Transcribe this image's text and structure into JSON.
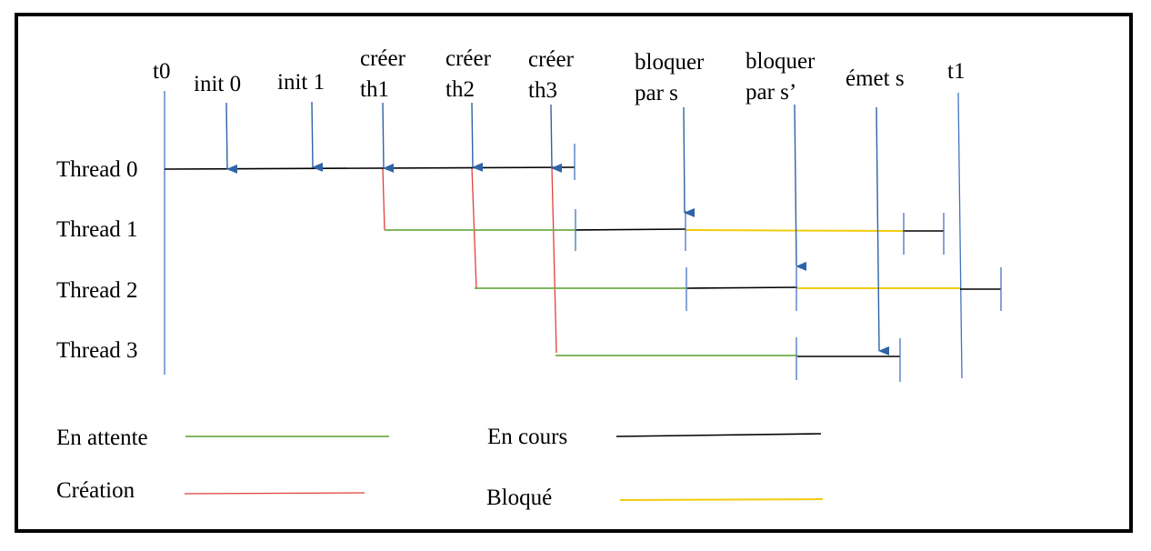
{
  "colors": {
    "en_attente": "#70ad47",
    "en_cours": "#000000",
    "creation": "#e0403a",
    "bloque": "#f2cc0c",
    "tick": "#4472c4",
    "arrow": "#2f63a8"
  },
  "time_labels": {
    "t0": "t0",
    "t1": "t1"
  },
  "events": {
    "init0": "init 0",
    "init1": "init 1",
    "creer_th1": [
      "créer",
      "th1"
    ],
    "creer_th2": [
      "créer",
      "th2"
    ],
    "creer_th3": [
      "créer",
      "th3"
    ],
    "bloquer_s": [
      "bloquer",
      "par s"
    ],
    "bloquer_s2": [
      "bloquer",
      "par s’"
    ],
    "emet_s": "émet s"
  },
  "threads": [
    "Thread 0",
    "Thread 1",
    "Thread 2",
    "Thread 3"
  ],
  "legend": {
    "en_attente": "En attente",
    "creation": "Création",
    "en_cours": "En cours",
    "bloque": "Bloqué"
  }
}
